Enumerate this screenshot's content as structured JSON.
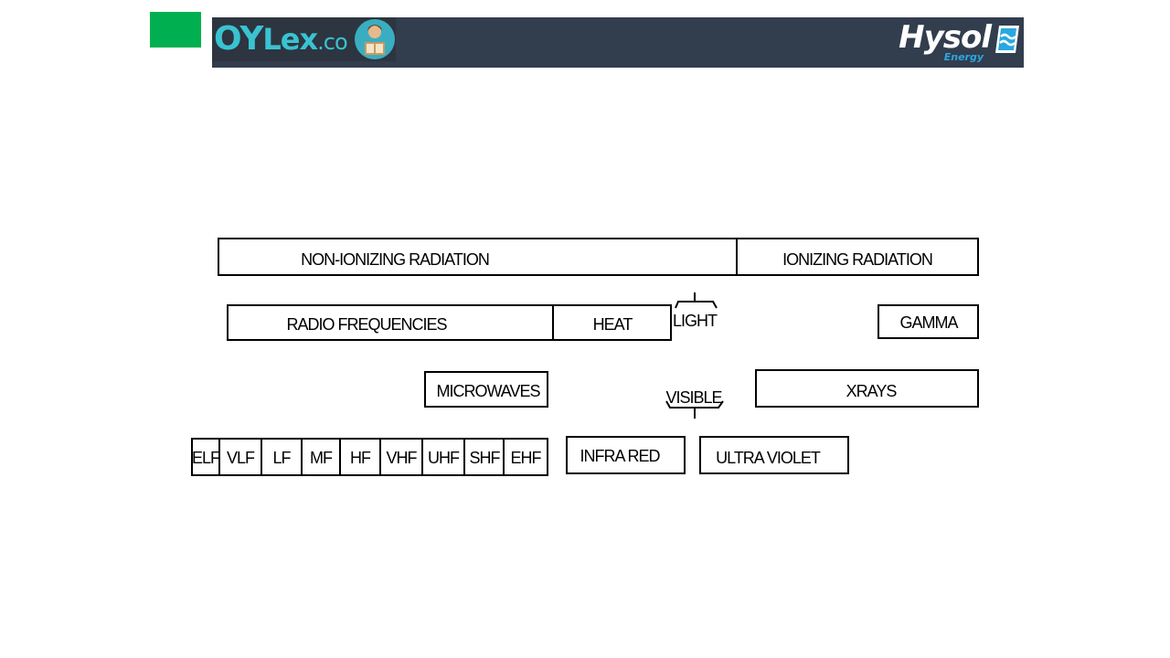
{
  "header": {
    "logo_left": {
      "part1": "OY",
      "part2": "Lex",
      "part3": ".co"
    },
    "logo_right": {
      "name": "Hysol",
      "tagline": "Energy"
    }
  },
  "colors": {
    "accent_green": "#00b050",
    "header_bg": "#323d4e",
    "logo_teal": "#39c3d1",
    "brand_blue": "#29a8e0"
  },
  "diagram": {
    "top_row": {
      "non_ionizing": "NON-IONIZING RADIATION",
      "ionizing": "IONIZING RADIATION"
    },
    "second_row": {
      "radio_frequencies": "RADIO FREQUENCIES",
      "heat": "HEAT",
      "light": "LIGHT",
      "gamma": "GAMMA"
    },
    "third_row": {
      "microwaves": "MICROWAVES",
      "visible": "VISIBLE",
      "xrays": "XRAYS"
    },
    "bands": [
      "ELF",
      "VLF",
      "LF",
      "MF",
      "HF",
      "VHF",
      "UHF",
      "SHF",
      "EHF"
    ],
    "bottom_row": {
      "infra_red": "INFRA RED",
      "ultra_violet": "ULTRA VIOLET"
    }
  }
}
